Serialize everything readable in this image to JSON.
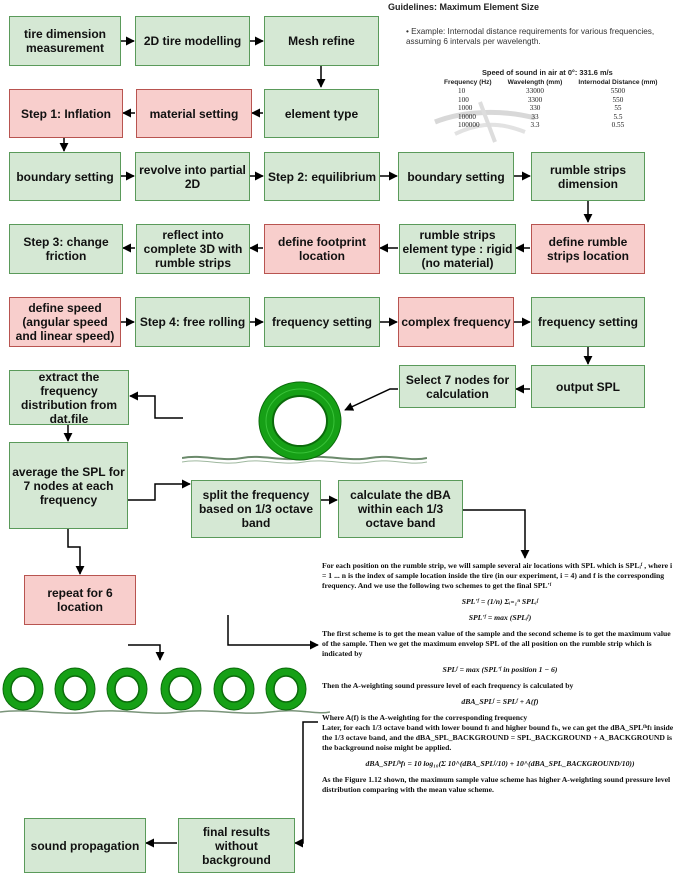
{
  "nodes": {
    "tire_measurement": "tire dimension measurement",
    "tire_modelling": "2D tire modelling",
    "mesh_refine": "Mesh refine",
    "step1": "Step 1: Inflation",
    "material_setting": "material setting",
    "element_type": "element type",
    "boundary1": "boundary setting",
    "revolve": "revolve into partial 2D",
    "step2": "Step 2: equilibrium",
    "boundary2": "boundary setting",
    "rumble_dimension": "rumble strips dimension",
    "step3": "Step 3: change friction",
    "reflect": "reflect into complete 3D with rumble strips",
    "footprint": "define footprint location",
    "rumble_element": "rumble strips element type : rigid (no material)",
    "rumble_location": "define rumble strips location",
    "define_speed": "define speed (angular speed and linear speed)",
    "step4": "Step 4: free rolling",
    "freq1": "frequency setting",
    "complex_freq": "complex frequency",
    "freq2": "frequency setting",
    "extract": "extract the frequency distribution from dat.file",
    "select_nodes": "Select 7 nodes for calculation",
    "output_spl": "output SPL",
    "average": "average the SPL for 7 nodes at each frequency",
    "split": "split the frequency based on 1/3 octave band",
    "dba": "calculate the dBA within each 1/3 octave band",
    "repeat": "repeat for 6 location",
    "sound_prop": "sound propagation",
    "final": "final results without background"
  },
  "guidelines": {
    "title": "Guidelines: Maximum Element Size",
    "example": "Example: Internodal distance requirements for various frequencies, assuming 6 intervals per wavelength.",
    "speed": "Speed of sound in air at 0°:  331.6 m/s",
    "headers": [
      "Frequency (Hz)",
      "Wavelength (mm)",
      "Internodal Distance (mm)"
    ],
    "rows": [
      [
        "10",
        "33000",
        "5500"
      ],
      [
        "100",
        "3300",
        "550"
      ],
      [
        "1000",
        "330",
        "55"
      ],
      [
        "10000",
        "33",
        "5.5"
      ],
      [
        "100000",
        "3.3",
        "0.55"
      ]
    ]
  },
  "notes": {
    "p1": "For each position on the rumble strip, we will sample several air locations with SPL which is SPLᵢᶠ , where i = 1 ... n is the index of sample location inside the tire (in our experiment, i = 4) and f is the corresponding frequency. And we use the following two schemes to get the final SPL'ᶠ",
    "eq1": "SPL'ᶠ = (1/n) Σᵢ₌₁ⁿ SPLᵢᶠ",
    "eq2": "SPL'ᶠ = max (SPLᵢᶠ)",
    "p2": "The first scheme is to get the mean value of the sample and the second scheme is to get the maximum value of the sample. Then we get the maximum envelop SPL of the all position on the rumble strip which is indicated by",
    "eq3": "SPLᶠ = max (SPL'ᶠ in position 1 − 6)",
    "p3": "Then the A-weighting sound pressure level of each frequency is calculated by",
    "eq4": "dBA_SPLᶠ = SPLᶠ + A(f)",
    "p4": "Where A(f) is the A-weighting for the corresponding frequency",
    "p5": "Later, for each 1/3 octave band with lower bound fₗ and higher bound fₕ, we can get the dBA_SPLᶠʰfₗ inside the 1/3 octave band, and the dBA_SPL_BACKGROUND = SPL_BACKGROUND + A_BACKGROUND is the background noise might be applied.",
    "eq5": "dBA_SPLᶠʰfₗ = 10 log₁₀(Σ 10^(dBA_SPLᶠ/10) + 10^(dBA_SPL_BACKGROUND/10))",
    "p6": "As the Figure 1.12 shown, the maximum sample value scheme has higher A-weighting sound pressure level distribution comparing with the mean value scheme."
  },
  "colors": {
    "green_fill": "#d5e8d4",
    "green_stroke": "#5a9a5a",
    "red_fill": "#f8cecc",
    "red_stroke": "#b85450",
    "tire": "#1aa31a"
  }
}
